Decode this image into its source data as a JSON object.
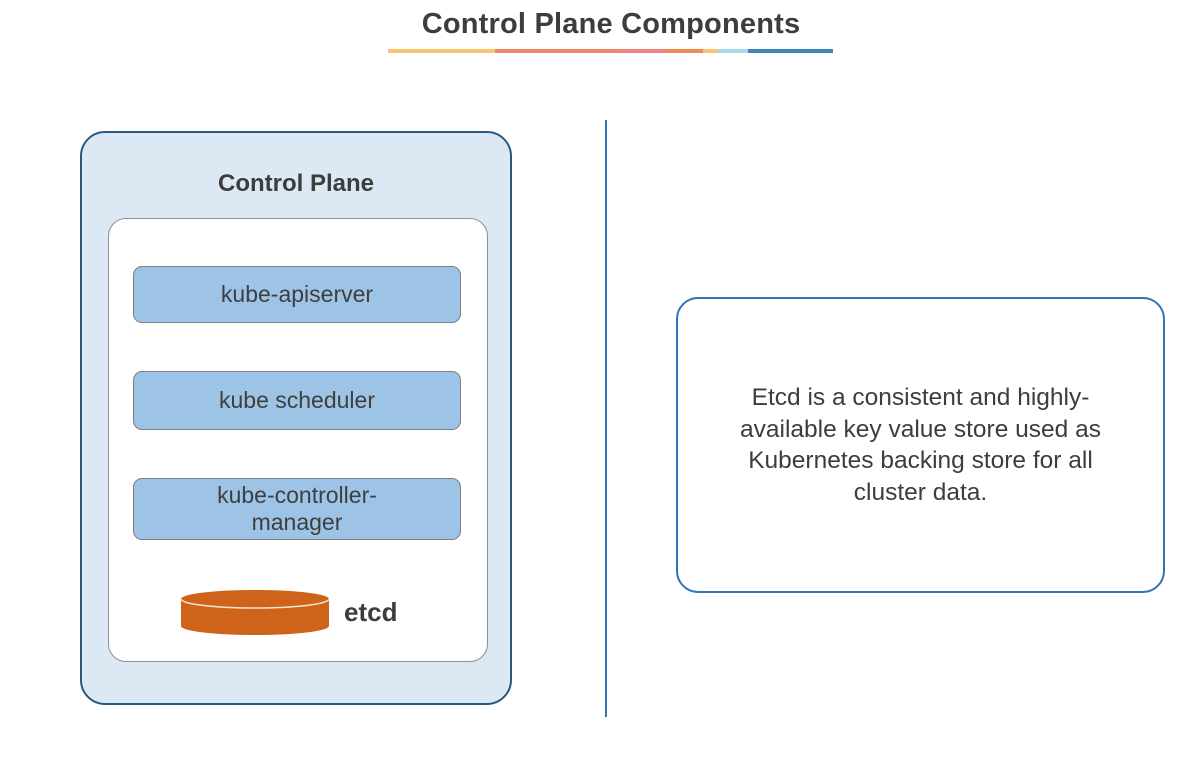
{
  "header": {
    "title": "Control Plane Components",
    "underline_segments": [
      {
        "color": "#F8C471",
        "width": 107
      },
      {
        "color": "#F0866C",
        "width": 118
      },
      {
        "color": "#F4837E",
        "width": 54
      },
      {
        "color": "#EF8B4D",
        "width": 36
      },
      {
        "color": "#F8C471",
        "width": 15
      },
      {
        "color": "#A9D9EE",
        "width": 30
      },
      {
        "color": "#3D87B8",
        "width": 85
      }
    ]
  },
  "control_plane": {
    "title": "Control Plane",
    "components": [
      {
        "label": "kube-apiserver"
      },
      {
        "label": "kube scheduler"
      },
      {
        "label": "kube-controller-\nmanager"
      }
    ],
    "etcd": {
      "label": "etcd",
      "icon": "database-cylinder-icon"
    }
  },
  "info_box": {
    "text": "Etcd is a consistent and highly-\navailable key value store used as\nKubernetes backing store for all\ncluster data."
  },
  "colors": {
    "outer_box_fill": "#DCE9F5",
    "outer_box_border": "#27597F",
    "component_fill": "#9DC3E6",
    "component_border": "#7F7F7F",
    "etcd_cylinder": "#CF6319",
    "divider": "#2E74B5",
    "info_border": "#2E75B6",
    "text": "#3D3D3D"
  }
}
